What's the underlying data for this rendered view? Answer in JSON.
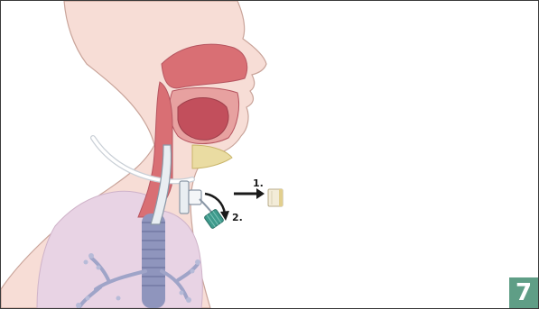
{
  "diagram": {
    "steps": [
      {
        "label": "1.",
        "action": "remove"
      },
      {
        "label": "2.",
        "action": "rotate"
      }
    ],
    "step_number": "7"
  },
  "colors": {
    "skin": "#f7ddd6",
    "skin_outline": "#c9a49a",
    "airway_red": "#d96f74",
    "tongue": "#c24f5c",
    "lung": "#e8d3e4",
    "bronchi": "#9fa4c8",
    "trachea": "#8f95bd",
    "tube_fill": "#e9eef2",
    "tube_outline": "#8a97a6",
    "filter_teal": "#3e9a8c",
    "badge_bg": "#5f9e86"
  }
}
